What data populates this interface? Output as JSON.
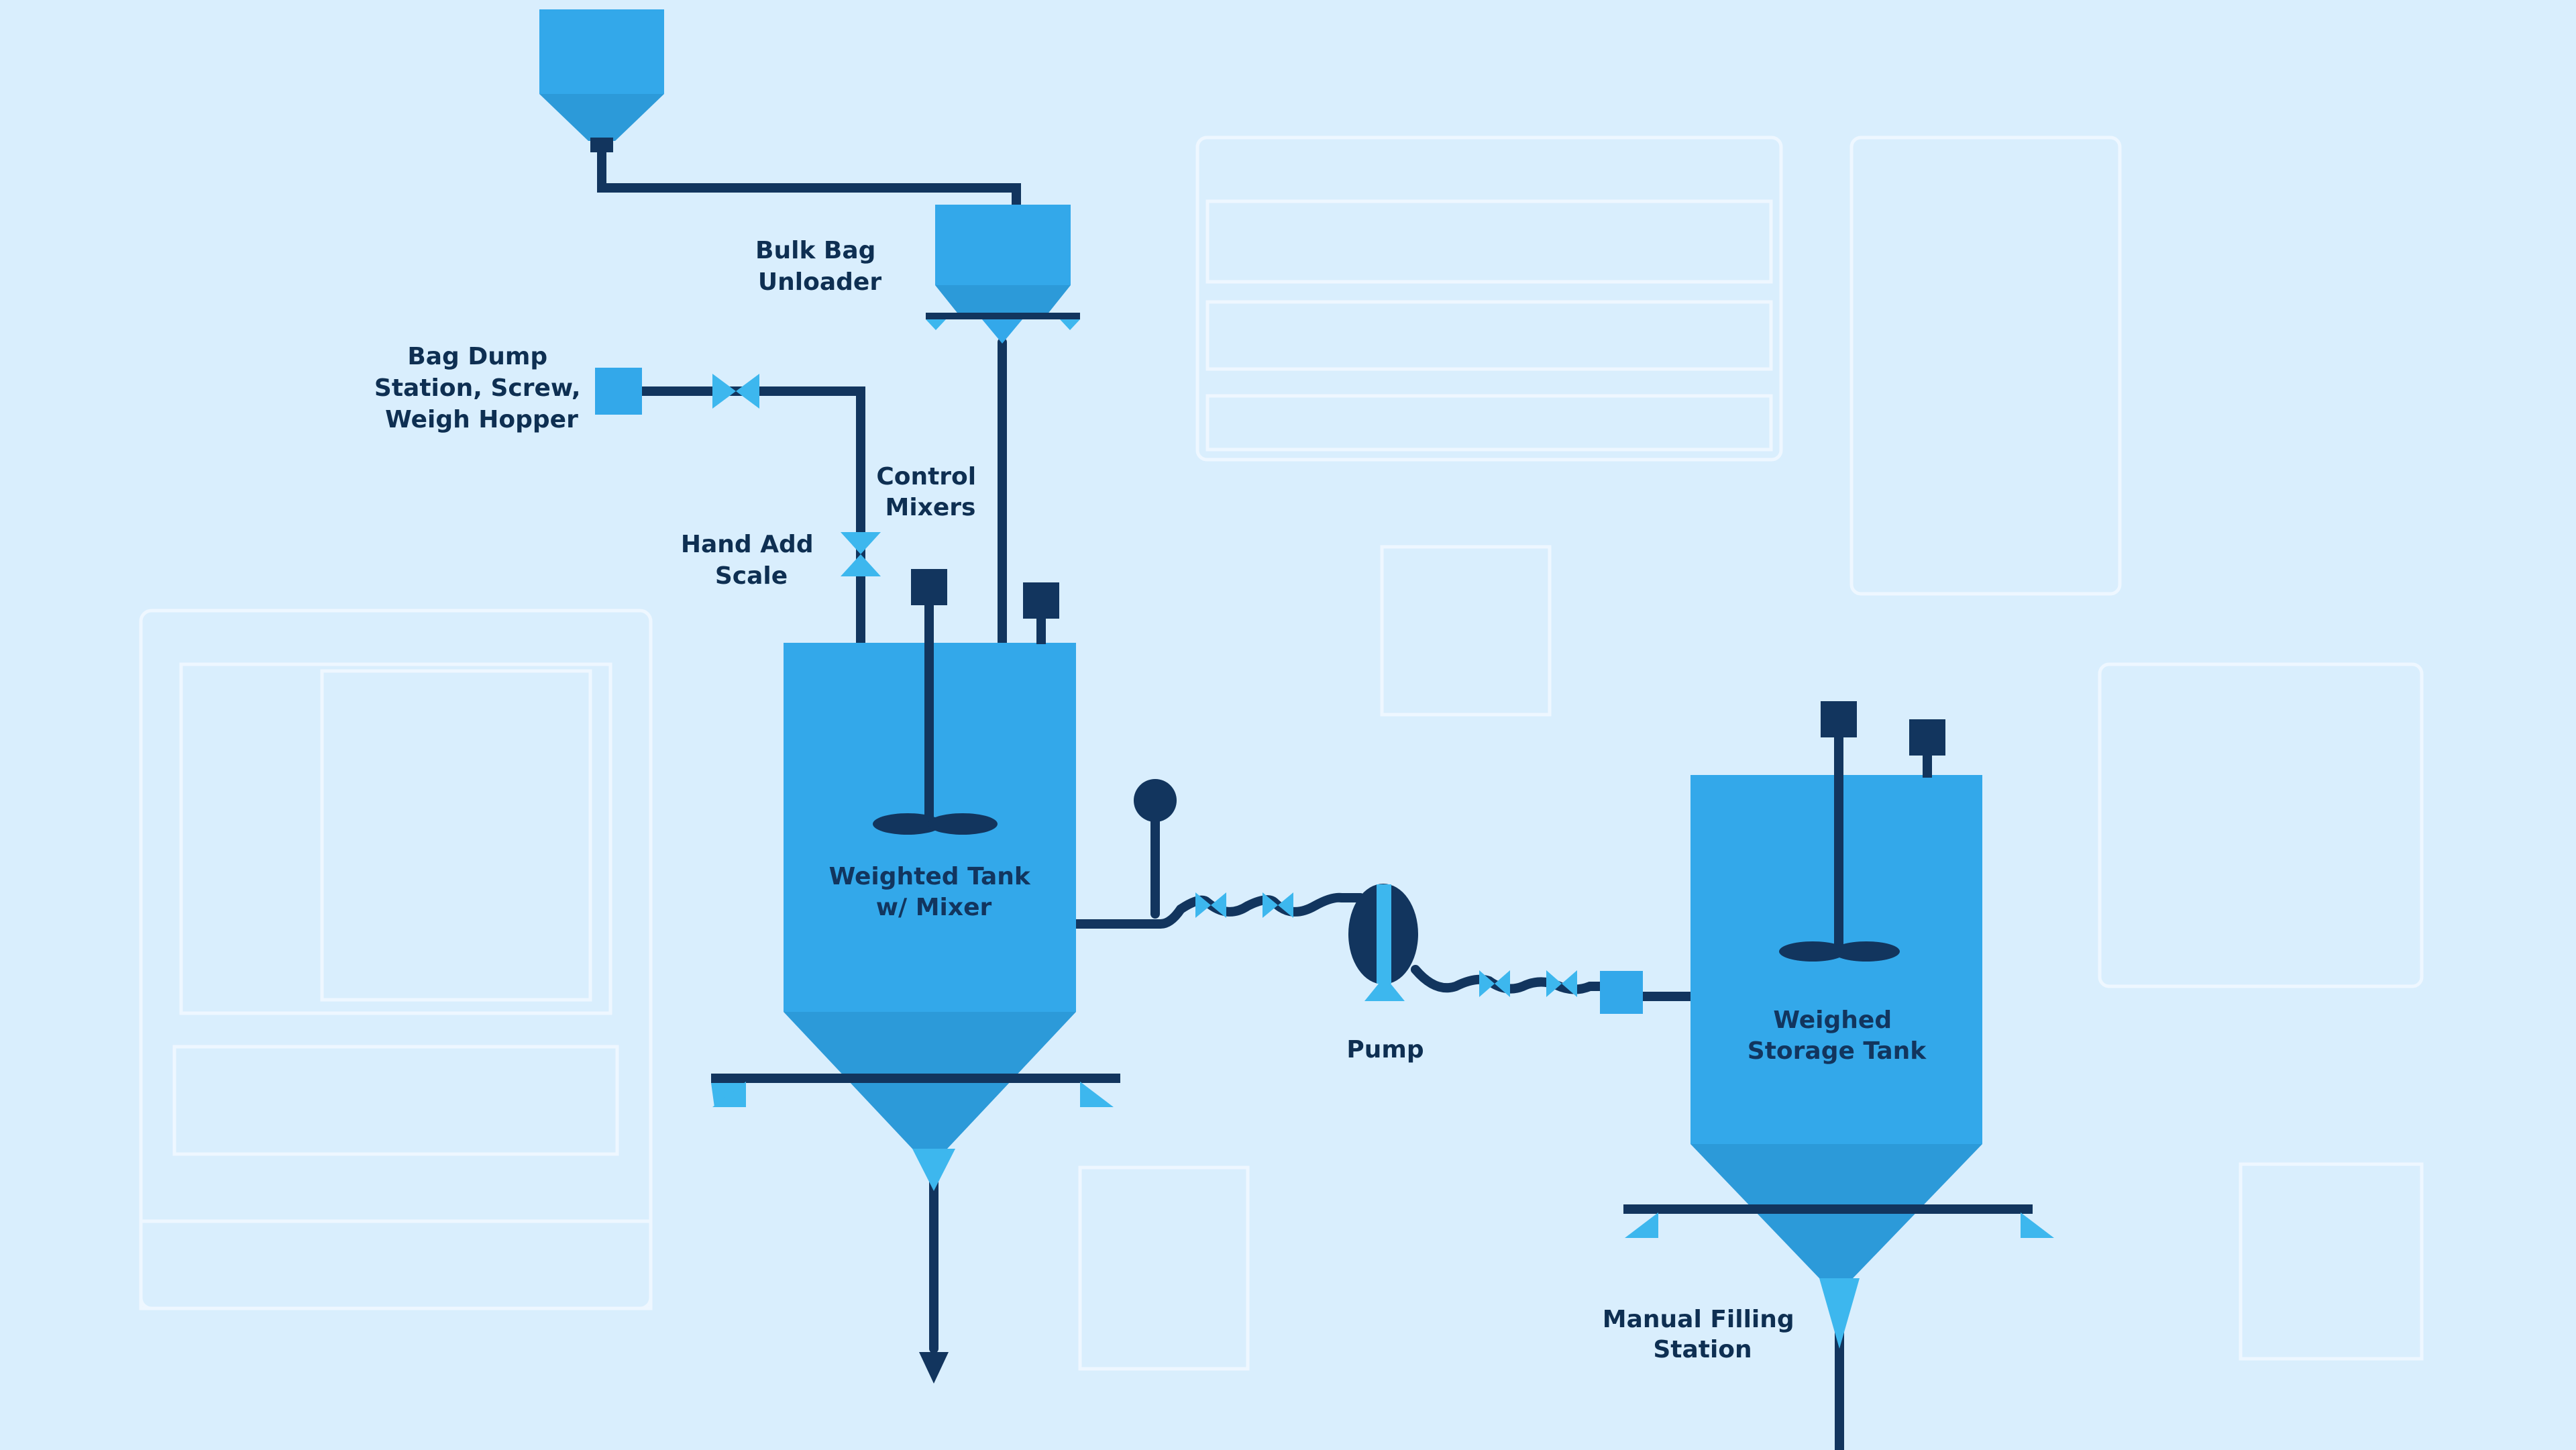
{
  "colors": {
    "background": "#d9eefd",
    "tank": "#33a8ea",
    "tank_dark": "#2c9ad9",
    "pipe": "#12355e",
    "valve": "#3db7ee",
    "ghost": "#eef7ff",
    "label": "#0e2f52",
    "label_light": "#ffffff"
  },
  "labels": {
    "bulk_bag": [
      "Bulk Bag",
      "Unloader"
    ],
    "bag_dump": [
      "Bag Dump",
      "Station, Screw,",
      "Weigh Hopper"
    ],
    "control_mixers": [
      "Control",
      "Mixers"
    ],
    "hand_add": [
      "Hand Add",
      "Scale"
    ],
    "weighted_tank": [
      "Weighted Tank",
      "w/ Mixer"
    ],
    "pump": "Pump",
    "storage_tank": [
      "Weighed",
      "Storage Tank"
    ],
    "manual_filling": [
      "Manual Filling",
      "Station"
    ]
  },
  "icons": {
    "valve": "butterfly-valve-icon",
    "mixer": "agitator-icon",
    "pump": "diaphragm-pump-icon",
    "gauge": "pressure-gauge-icon"
  }
}
